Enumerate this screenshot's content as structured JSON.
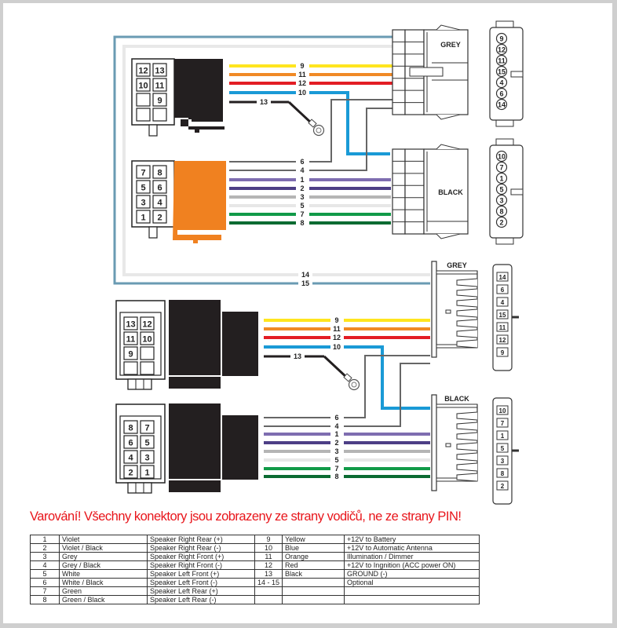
{
  "colors": {
    "yellow": "#ffe51f",
    "orange": "#f08a26",
    "red": "#e31d24",
    "blue": "#1a9ad6",
    "black": "#231f20",
    "grey_dark": "#666666",
    "violet": "#7e6db0",
    "violet_black": "#4d3f86",
    "grey": "#b5b5b5",
    "white": "#e7e7e7",
    "green": "#119a48",
    "green_black": "#0b6b32",
    "steel_blue": "#6a9bb3",
    "iso_orange": "#f08120",
    "warning_red": "#e8151b"
  },
  "diagram": {
    "upper": {
      "power_plug_pins": [
        "12",
        "13",
        "10",
        "11",
        "",
        "9",
        "",
        ""
      ],
      "speaker_plug_pins": [
        "7",
        "8",
        "5",
        "6",
        "3",
        "4",
        "1",
        "2"
      ],
      "power_wires": [
        "9",
        "11",
        "12",
        "10",
        "13"
      ],
      "speaker_wires": [
        "6",
        "4",
        "1",
        "2",
        "3",
        "5",
        "7",
        "8"
      ],
      "optional_wires": [
        "14",
        "15"
      ],
      "grey_connector": {
        "label": "GREY",
        "pins": [
          "9",
          "12",
          "11",
          "15",
          "4",
          "6",
          "14"
        ]
      },
      "black_connector": {
        "label": "BLACK",
        "pins": [
          "10",
          "7",
          "1",
          "5",
          "3",
          "8",
          "2"
        ]
      }
    },
    "lower": {
      "power_plug_pins": [
        "13",
        "12",
        "11",
        "10",
        "9",
        "",
        "",
        ""
      ],
      "speaker_plug_pins": [
        "8",
        "7",
        "6",
        "5",
        "4",
        "3",
        "2",
        "1"
      ],
      "power_wires": [
        "9",
        "11",
        "12",
        "10",
        "13"
      ],
      "speaker_wires": [
        "6",
        "4",
        "1",
        "2",
        "3",
        "5",
        "7",
        "8"
      ],
      "grey_connector": {
        "label": "GREY",
        "pins": [
          "14",
          "6",
          "4",
          "15",
          "11",
          "12",
          "9"
        ]
      },
      "black_connector": {
        "label": "BLACK",
        "pins": [
          "10",
          "7",
          "1",
          "5",
          "3",
          "8",
          "2"
        ]
      }
    }
  },
  "warning": "Varování! Všechny konektory jsou zobrazeny ze strany vodičů, ne ze strany PIN!",
  "legend": {
    "rows": [
      {
        "left": {
          "pin": "1",
          "color": "Violet",
          "function": "Speaker Right Rear (+)"
        },
        "right": {
          "pin": "9",
          "color": "Yellow",
          "function": "+12V to Battery"
        }
      },
      {
        "left": {
          "pin": "2",
          "color": "Violet / Black",
          "function": "Speaker Right Rear (-)"
        },
        "right": {
          "pin": "10",
          "color": "Blue",
          "function": "+12V to Automatic Antenna"
        }
      },
      {
        "left": {
          "pin": "3",
          "color": "Grey",
          "function": "Speaker Right Front (+)"
        },
        "right": {
          "pin": "11",
          "color": "Orange",
          "function": "Illumination / Dimmer"
        }
      },
      {
        "left": {
          "pin": "4",
          "color": "Grey / Black",
          "function": "Speaker Right Front (-)"
        },
        "right": {
          "pin": "12",
          "color": "Red",
          "function": "+12V to Ingnition (ACC power ON)"
        }
      },
      {
        "left": {
          "pin": "5",
          "color": "White",
          "function": "Speaker Left Front (+)"
        },
        "right": {
          "pin": "13",
          "color": "Black",
          "function": "GROUND (-)"
        }
      },
      {
        "left": {
          "pin": "6",
          "color": "White / Black",
          "function": "Speaker Left Front (-)"
        },
        "right": {
          "pin": "14 - 15",
          "color": "",
          "function": "Optional"
        }
      },
      {
        "left": {
          "pin": "7",
          "color": "Green",
          "function": "Speaker Left Rear (+)"
        },
        "right": {
          "pin": "",
          "color": "",
          "function": ""
        }
      },
      {
        "left": {
          "pin": "8",
          "color": "Green / Black",
          "function": "Speaker Left Rear (-)"
        },
        "right": {
          "pin": "",
          "color": "",
          "function": ""
        }
      }
    ]
  }
}
